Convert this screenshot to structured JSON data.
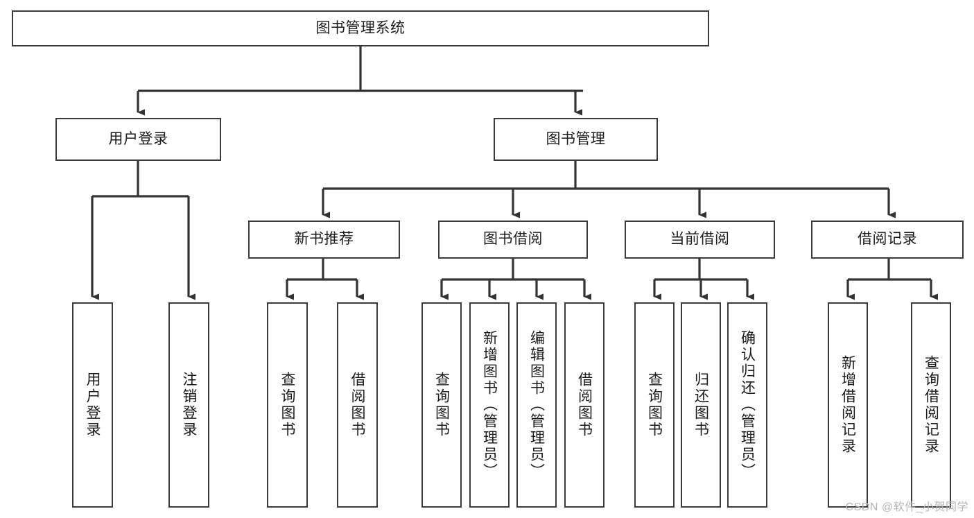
{
  "diagram": {
    "title": "图书管理系统",
    "type": "tree-hierarchy-chart",
    "orientation": "top-down",
    "colors": {
      "box_border": "#3a3a3a",
      "box_fill": "#ffffff",
      "edge": "#333333",
      "text": "#1a1a1a",
      "watermark": "#b4b4b4",
      "background": "#ffffff"
    },
    "nodes": {
      "root": {
        "label": "图书管理系统",
        "level": 1,
        "orientation": "horizontal"
      },
      "user_login": {
        "label": "用户登录",
        "level": 2,
        "orientation": "horizontal"
      },
      "book_manage": {
        "label": "图书管理",
        "level": 2,
        "orientation": "horizontal"
      },
      "new_book_rec": {
        "label": "新书推荐",
        "level": 3,
        "orientation": "horizontal"
      },
      "book_borrow": {
        "label": "图书借阅",
        "level": 3,
        "orientation": "horizontal"
      },
      "current_borrow": {
        "label": "当前借阅",
        "level": 3,
        "orientation": "horizontal"
      },
      "borrow_record": {
        "label": "借阅记录",
        "level": 3,
        "orientation": "horizontal"
      },
      "leaf_user_login": {
        "label": "用户登录",
        "level": 4,
        "orientation": "vertical"
      },
      "leaf_logout": {
        "label": "注销登录",
        "level": 4,
        "orientation": "vertical"
      },
      "leaf_query_book_1": {
        "label": "查询图书",
        "level": 4,
        "orientation": "vertical"
      },
      "leaf_borrow_book_1": {
        "label": "借阅图书",
        "level": 4,
        "orientation": "vertical"
      },
      "leaf_query_book_2": {
        "label": "查询图书",
        "level": 4,
        "orientation": "vertical"
      },
      "leaf_add_book": {
        "label": "新增图书（管理员）",
        "level": 4,
        "orientation": "vertical"
      },
      "leaf_edit_book": {
        "label": "编辑图书（管理员）",
        "level": 4,
        "orientation": "vertical"
      },
      "leaf_borrow_book_2": {
        "label": "借阅图书",
        "level": 4,
        "orientation": "vertical"
      },
      "leaf_query_book_3": {
        "label": "查询图书",
        "level": 4,
        "orientation": "vertical"
      },
      "leaf_return_book": {
        "label": "归还图书",
        "level": 4,
        "orientation": "vertical"
      },
      "leaf_confirm_return": {
        "label": "确认归还（管理员）",
        "level": 4,
        "orientation": "vertical"
      },
      "leaf_add_record": {
        "label": "新增借阅记录",
        "level": 4,
        "orientation": "vertical"
      },
      "leaf_query_record": {
        "label": "查询借阅记录",
        "level": 4,
        "orientation": "vertical"
      }
    },
    "edges": [
      {
        "from": "root",
        "to": "user_login"
      },
      {
        "from": "root",
        "to": "book_manage"
      },
      {
        "from": "user_login",
        "to": "leaf_user_login"
      },
      {
        "from": "user_login",
        "to": "leaf_logout"
      },
      {
        "from": "book_manage",
        "to": "new_book_rec"
      },
      {
        "from": "book_manage",
        "to": "book_borrow"
      },
      {
        "from": "book_manage",
        "to": "current_borrow"
      },
      {
        "from": "book_manage",
        "to": "borrow_record"
      },
      {
        "from": "new_book_rec",
        "to": "leaf_query_book_1"
      },
      {
        "from": "new_book_rec",
        "to": "leaf_borrow_book_1"
      },
      {
        "from": "book_borrow",
        "to": "leaf_query_book_2"
      },
      {
        "from": "book_borrow",
        "to": "leaf_add_book"
      },
      {
        "from": "book_borrow",
        "to": "leaf_edit_book"
      },
      {
        "from": "book_borrow",
        "to": "leaf_borrow_book_2"
      },
      {
        "from": "current_borrow",
        "to": "leaf_query_book_3"
      },
      {
        "from": "current_borrow",
        "to": "leaf_return_book"
      },
      {
        "from": "current_borrow",
        "to": "leaf_confirm_return"
      },
      {
        "from": "borrow_record",
        "to": "leaf_add_record"
      },
      {
        "from": "borrow_record",
        "to": "leaf_query_record"
      }
    ]
  },
  "watermark": {
    "text": "CSDN @软件_小贺同学"
  }
}
